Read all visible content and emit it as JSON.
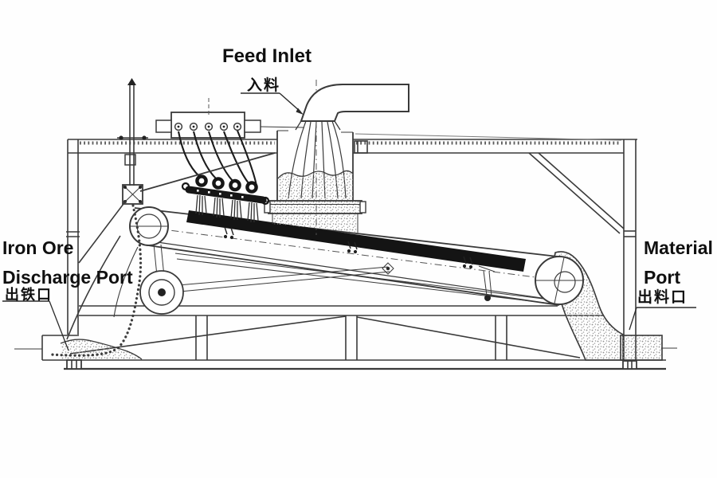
{
  "diagram": {
    "type": "technical-line-drawing",
    "subject": "belt-type magnetic separator side view",
    "labels": {
      "feed_inlet": {
        "en": "Feed Inlet",
        "zh": "入料"
      },
      "iron_ore_discharge": {
        "en_line1": "Iron Ore",
        "en_line2": "Discharge Port",
        "zh": "出铁口"
      },
      "material_port": {
        "en_line1": "Material",
        "en_line2": "Port",
        "zh": "出料口"
      }
    },
    "parts": [
      "feed-pipe",
      "feed-hopper",
      "magnetic-control-box",
      "scraper-assembly",
      "suspension-rod",
      "conveyor-belt",
      "head-drum",
      "tail-drum",
      "tension-pulley",
      "support-frame",
      "hanging-chain",
      "iron-ore-discharge-chute",
      "material-discharge-pile"
    ],
    "colors": {
      "background": "#fefefe",
      "line": "#3a3a3a",
      "dark": "#161616",
      "belt_band": "#141414",
      "stipple": "#8d8d8d",
      "label_text": "#101010"
    }
  }
}
